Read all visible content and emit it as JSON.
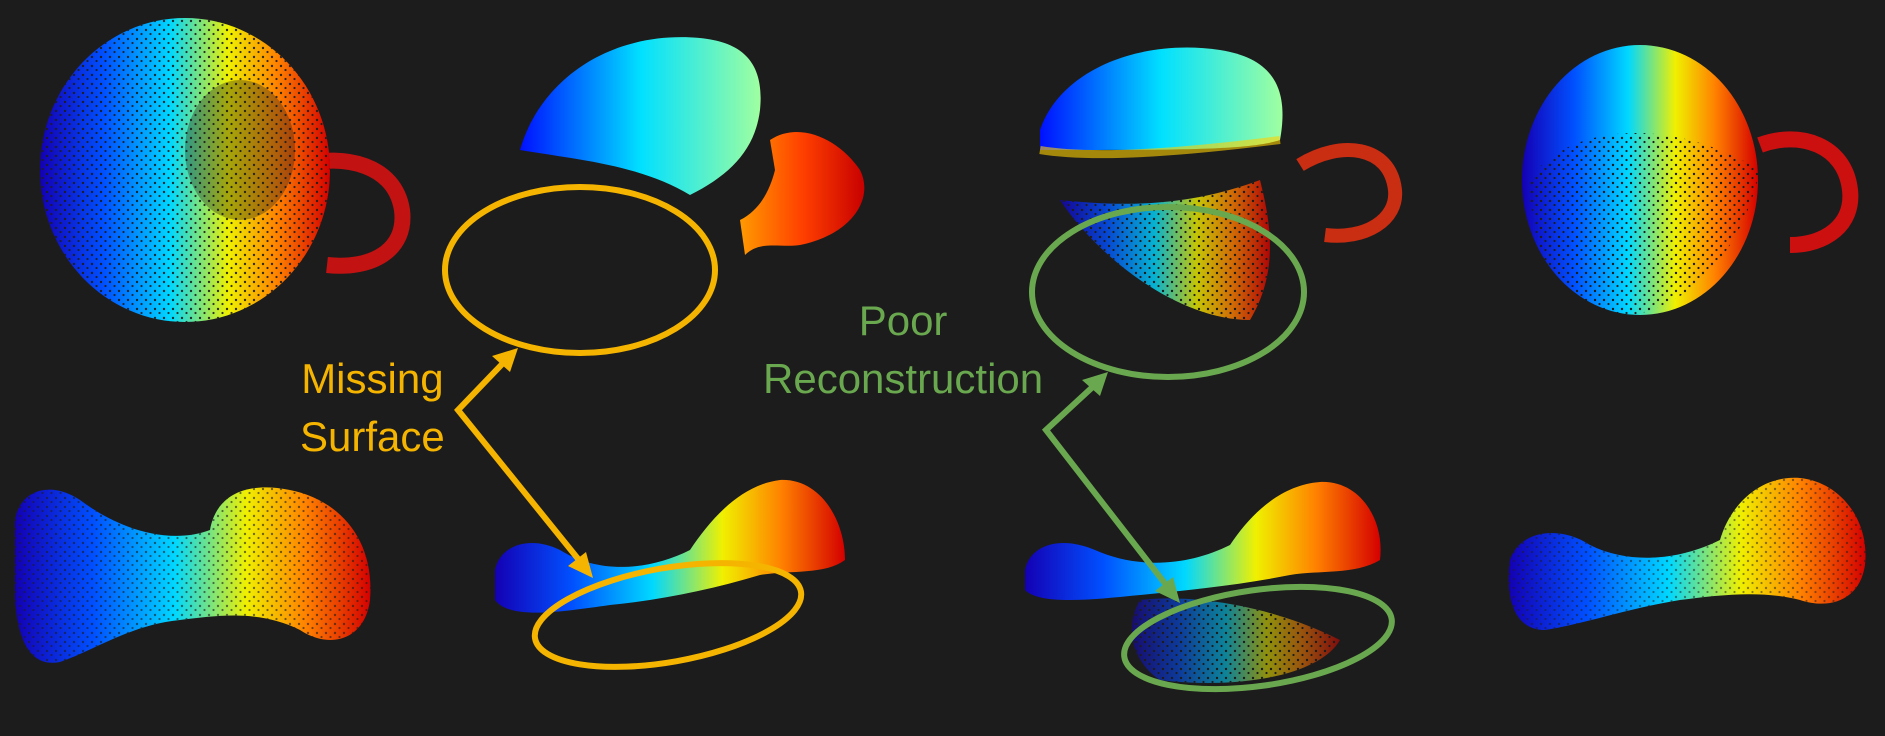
{
  "colors": {
    "background": "#1c1c1c",
    "missing_accent": "#f5b400",
    "poor_accent": "#6aa84f",
    "colormap": [
      "#1400b4",
      "#0050ff",
      "#00d8ff",
      "#f0f000",
      "#ff8000",
      "#d40000"
    ]
  },
  "annotations": {
    "missing": {
      "line1": "Missing",
      "line2": "Surface"
    },
    "poor": {
      "line1": "Poor",
      "line2": "Reconstruction"
    }
  },
  "panels": [
    {
      "name": "mug-complete-top",
      "style": "points"
    },
    {
      "name": "mug-partial-top",
      "style": "solid"
    },
    {
      "name": "mug-poor-top",
      "style": "scatter"
    },
    {
      "name": "mug-ours-top",
      "style": "points"
    },
    {
      "name": "bone-complete-bottom",
      "style": "points"
    },
    {
      "name": "bone-partial-bottom",
      "style": "solid"
    },
    {
      "name": "bone-poor-bottom",
      "style": "scatter"
    },
    {
      "name": "bone-ours-bottom",
      "style": "points"
    }
  ]
}
